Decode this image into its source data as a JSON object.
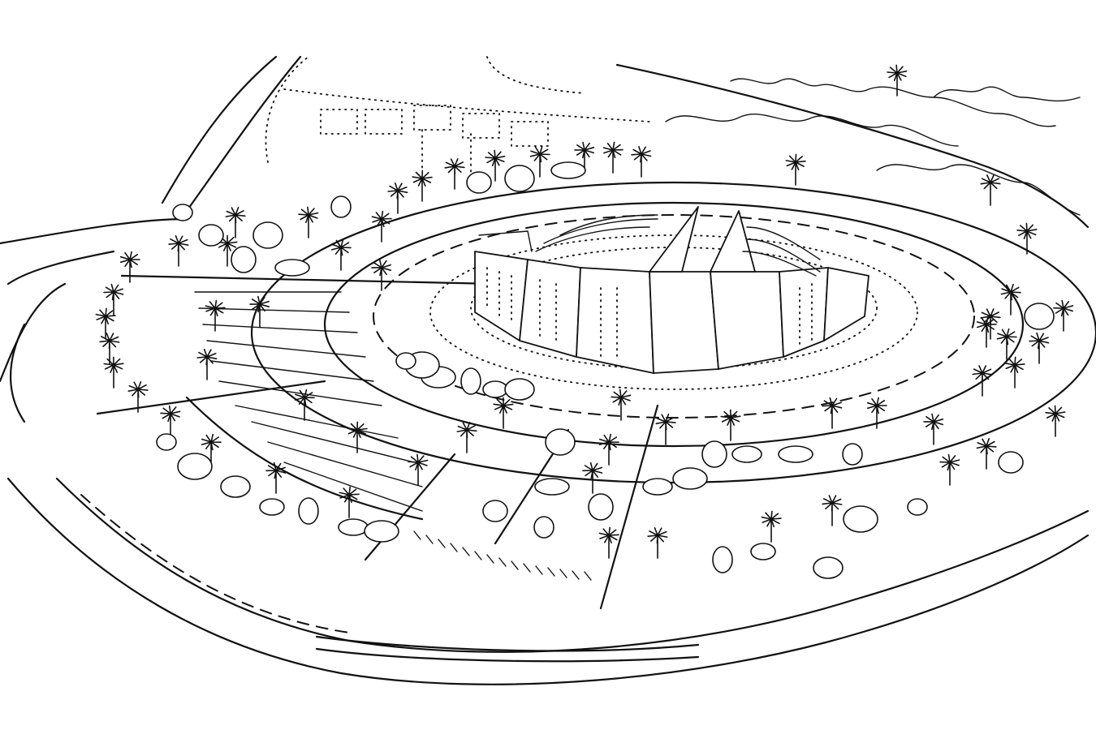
{
  "image": {
    "kind": "hand-drawn architectural site sketch",
    "ink_color": "#111111",
    "paper_color": "#ffffff"
  },
  "palm_tree_count": 60,
  "round_tree_count": 40
}
